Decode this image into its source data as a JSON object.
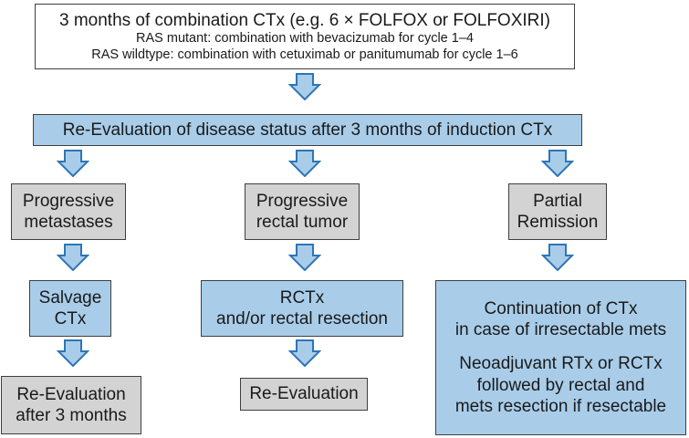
{
  "top": {
    "title": "3 months of combination CTx (e.g. 6 × FOLFOX or FOLFOXIRI)",
    "line1": "RAS mutant: combination with bevacizumab for cycle 1–4",
    "line2": "RAS wildtype: combination with cetuximab or panitumumab for cycle 1–6"
  },
  "reevaluation": "Re-Evaluation of disease status after 3 months of induction CTx",
  "left": {
    "status": [
      "Progressive",
      "metastases"
    ],
    "treatment": [
      "Salvage",
      "CTx"
    ],
    "outcome": [
      "Re-Evaluation",
      "after 3 months"
    ]
  },
  "middle": {
    "status": [
      "Progressive",
      "rectal tumor"
    ],
    "treatment": [
      "RCTx",
      "and/or rectal resection"
    ],
    "outcome": [
      "Re-Evaluation"
    ]
  },
  "right": {
    "status": [
      "Partial",
      "Remission"
    ],
    "treatment_a": [
      "Continuation of CTx",
      "in case of irresectable mets"
    ],
    "treatment_b": [
      "Neoadjuvant RTx or RCTx",
      "followed by rectal and",
      "mets resection if resectable"
    ]
  },
  "colors": {
    "box_blue": "#a9cde9",
    "box_gray": "#d3d3d3",
    "arrow_fill": "#a9cde9",
    "arrow_stroke": "#2e75b6",
    "border": "#3f3f3f"
  }
}
